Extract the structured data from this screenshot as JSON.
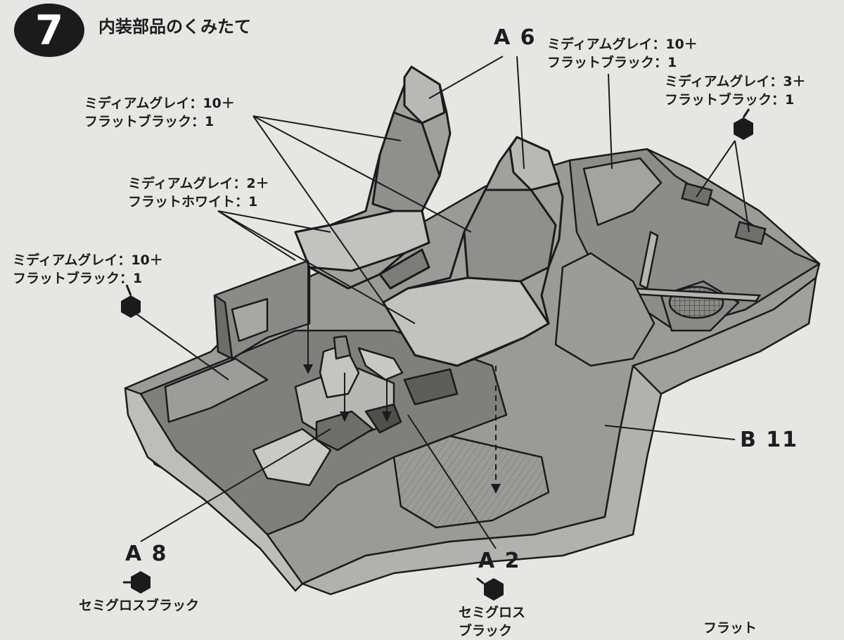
{
  "step": {
    "number": "7",
    "title": "内装部品のくみたて"
  },
  "parts": {
    "a6": "A 6",
    "b11": "B 11",
    "a8": "A 8",
    "a2": "A 2"
  },
  "notes": {
    "rear_wall": {
      "line1": "ミディアムグレイ：10＋",
      "line2": "フラットブラック：1"
    },
    "speakers": {
      "line1": "ミディアムグレイ：3＋",
      "line2": "フラットブラック：1"
    },
    "seats": {
      "line1": "ミディアムグレイ：10＋",
      "line2": "フラットブラック：1"
    },
    "seat_frames": {
      "line1": "ミディアムグレイ：2＋",
      "line2": "フラットホワイト：1"
    },
    "dash_panel": {
      "line1": "ミディアムグレイ：10＋",
      "line2": "フラットブラック：1"
    },
    "a8_color": "セミグロスブラック",
    "a2_color_line1": "セミグロス",
    "a2_color_line2": "ブラック",
    "cut_text": "フラット"
  },
  "colors": {
    "background": "#e6e6e4",
    "ink": "#1b1b1b",
    "part_fill": "#8f8f8f",
    "part_fill_light": "#a9a9a7",
    "part_fill_dark": "#6f6f6f"
  }
}
